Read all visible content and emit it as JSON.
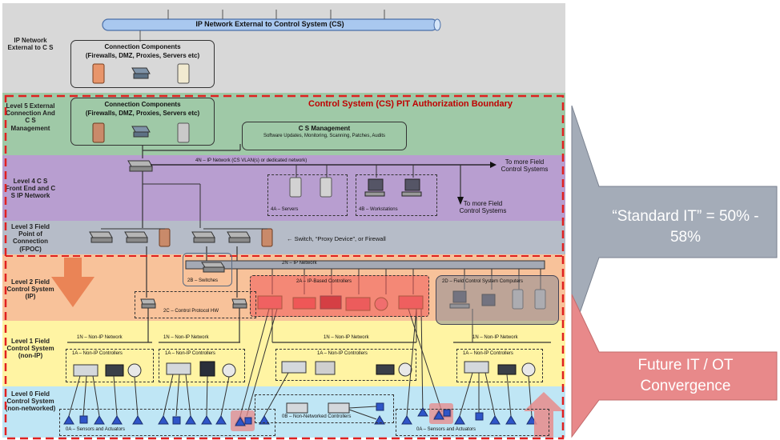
{
  "top_bar": {
    "label": "IP Network External to Control System (CS)"
  },
  "levels": {
    "ext": "IP Network External to C S",
    "l5": "Level 5 External Connection And C S Management",
    "l4": "Level 4 C S Front End and C S IP Network",
    "l3": "Level 3 Field Point of Connection (FPOC)",
    "l2": "Level 2 Field Control System (IP)",
    "l1": "Level 1 Field Control System (non-IP)",
    "l0": "Level 0 Field Control System (non-networked)"
  },
  "boxes": {
    "conn_ext_title": "Connection Components",
    "conn_ext_sub": "(Firewalls, DMZ, Proxies, Servers etc)",
    "conn_l5_title": "Connection Components",
    "conn_l5_sub": "(Firewalls, DMZ, Proxies, Servers etc)",
    "cs_mgmt_title": "C S Management",
    "cs_mgmt_sub": "Software Updates, Monitoring, Scanning, Patches, Audits",
    "boundary": "Control System (CS) PIT Authorization Boundary"
  },
  "labels": {
    "net_4n": "4N – IP Network (CS VLAN(s) or dedicated network)",
    "more_field_1": "To more Field Control Systems",
    "more_field_2": "To more Field Control Systems",
    "servers_4a": "4A – Servers",
    "workstations_4b": "4B – Workstations",
    "fpoc_note": "← Switch, “Proxy Device”, or Firewall",
    "net_2n": "2N – IP Network",
    "switches_2b": "2B – Switches",
    "controllers_2a": "2A – IP-Based Controllers",
    "computers_2d": "2D – Field Control System Computers",
    "protocol_2c": "2C – Control Protocol HW",
    "net_1n_a": "1N – Non-IP Network",
    "net_1n_b": "1N – Non-IP Network",
    "net_1n_c": "1N – Non-IP Network",
    "net_1n_d": "1N – Non-IP Network",
    "ctrl_1a_a": "1A – Non-IP Controllers",
    "ctrl_1a_b": "1A – Non-IP Controllers",
    "ctrl_1a_c": "1A – Non-IP Controllers",
    "ctrl_1a_d": "1A – Non-IP Controllers",
    "sensors_0a_left": "0A – Sensors and Actuators",
    "nonnet_0b": "0B – Non-Networked Controllers",
    "sensors_0a_right": "0A – Sensors and Actuators"
  },
  "callouts": {
    "standard_it": "“Standard IT” = 50% - 58%",
    "future_it": "Future IT / OT Convergence"
  },
  "colors": {
    "ext_band": "#d9d9d9",
    "l5_band": "#9fc9a7",
    "l4_band": "#b89ed0",
    "l3_band": "#b6bcc8",
    "l2_band": "#f8c29a",
    "l1_band": "#fff4a3",
    "l0_band": "#bfe6f5",
    "boundary": "#e02020",
    "callout_gray": "#a4acb8",
    "callout_red": "#e8898a",
    "sensor_blue": "#2f55c8"
  }
}
